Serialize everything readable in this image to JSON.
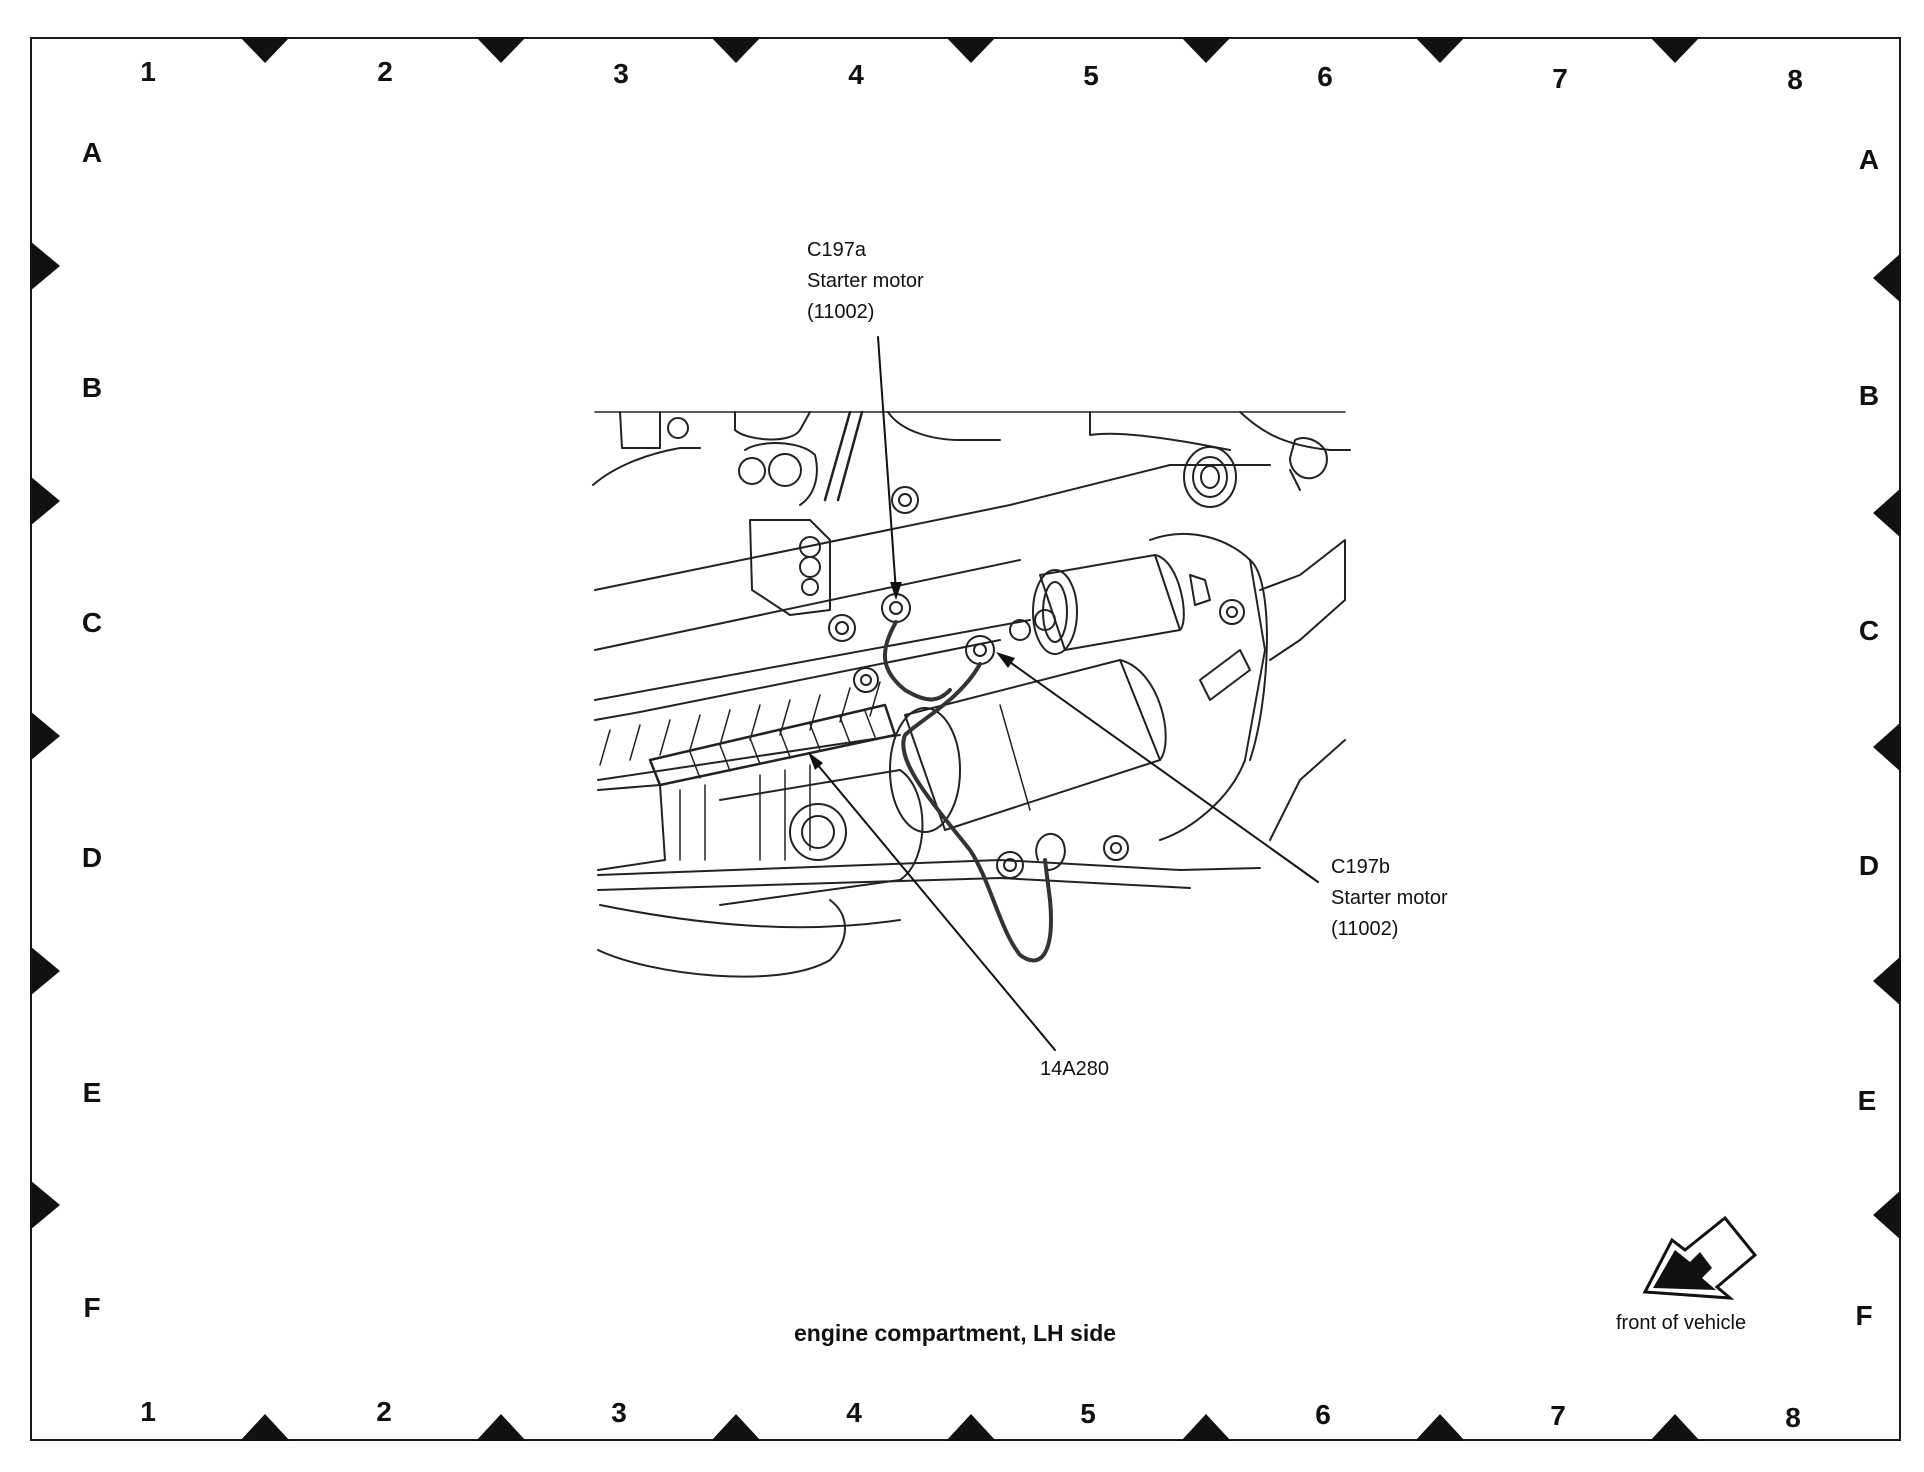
{
  "grid": {
    "columns": [
      "1",
      "2",
      "3",
      "4",
      "5",
      "6",
      "7",
      "8"
    ],
    "rows": [
      "A",
      "B",
      "C",
      "D",
      "E",
      "F"
    ]
  },
  "callouts": {
    "c197a": {
      "id": "C197a",
      "name": "Starter motor",
      "code": "(11002)"
    },
    "c197b": {
      "id": "C197b",
      "name": "Starter motor",
      "code": "(11002)"
    },
    "harness": {
      "id": "14A280"
    }
  },
  "caption": "engine compartment, LH side",
  "orientation": {
    "label": "front of vehicle",
    "icon": "front-of-vehicle-arrow-icon"
  }
}
